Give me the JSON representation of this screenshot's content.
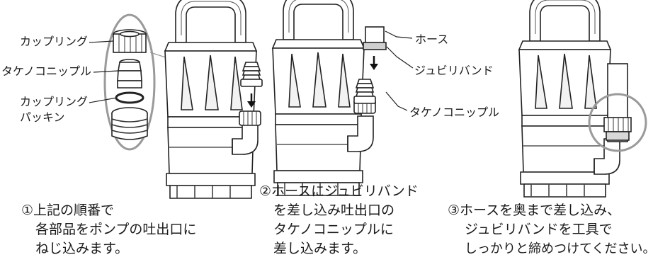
{
  "parts": {
    "coupling": "カップリング",
    "nipple": "タケノコニップル",
    "packing_line1": "カップリング",
    "packing_line2": "パッキン"
  },
  "step2_labels": {
    "hose": "ホース",
    "band": "ジュビリバンド",
    "nipple": "タケノコニップル"
  },
  "steps": [
    {
      "lines": [
        "①上記の順番で",
        "各部品をポンプの吐出口に",
        "ねじ込みます。"
      ]
    },
    {
      "lines": [
        "②ホースにジュビリバンド",
        "を差し込み吐出口の",
        "タケノコニップルに",
        "差し込みます。"
      ]
    },
    {
      "lines": [
        "③ホースを奥まで差し込み、",
        "ジュビリバンドを工具で",
        "しっかりと締めつけてください。"
      ]
    }
  ]
}
